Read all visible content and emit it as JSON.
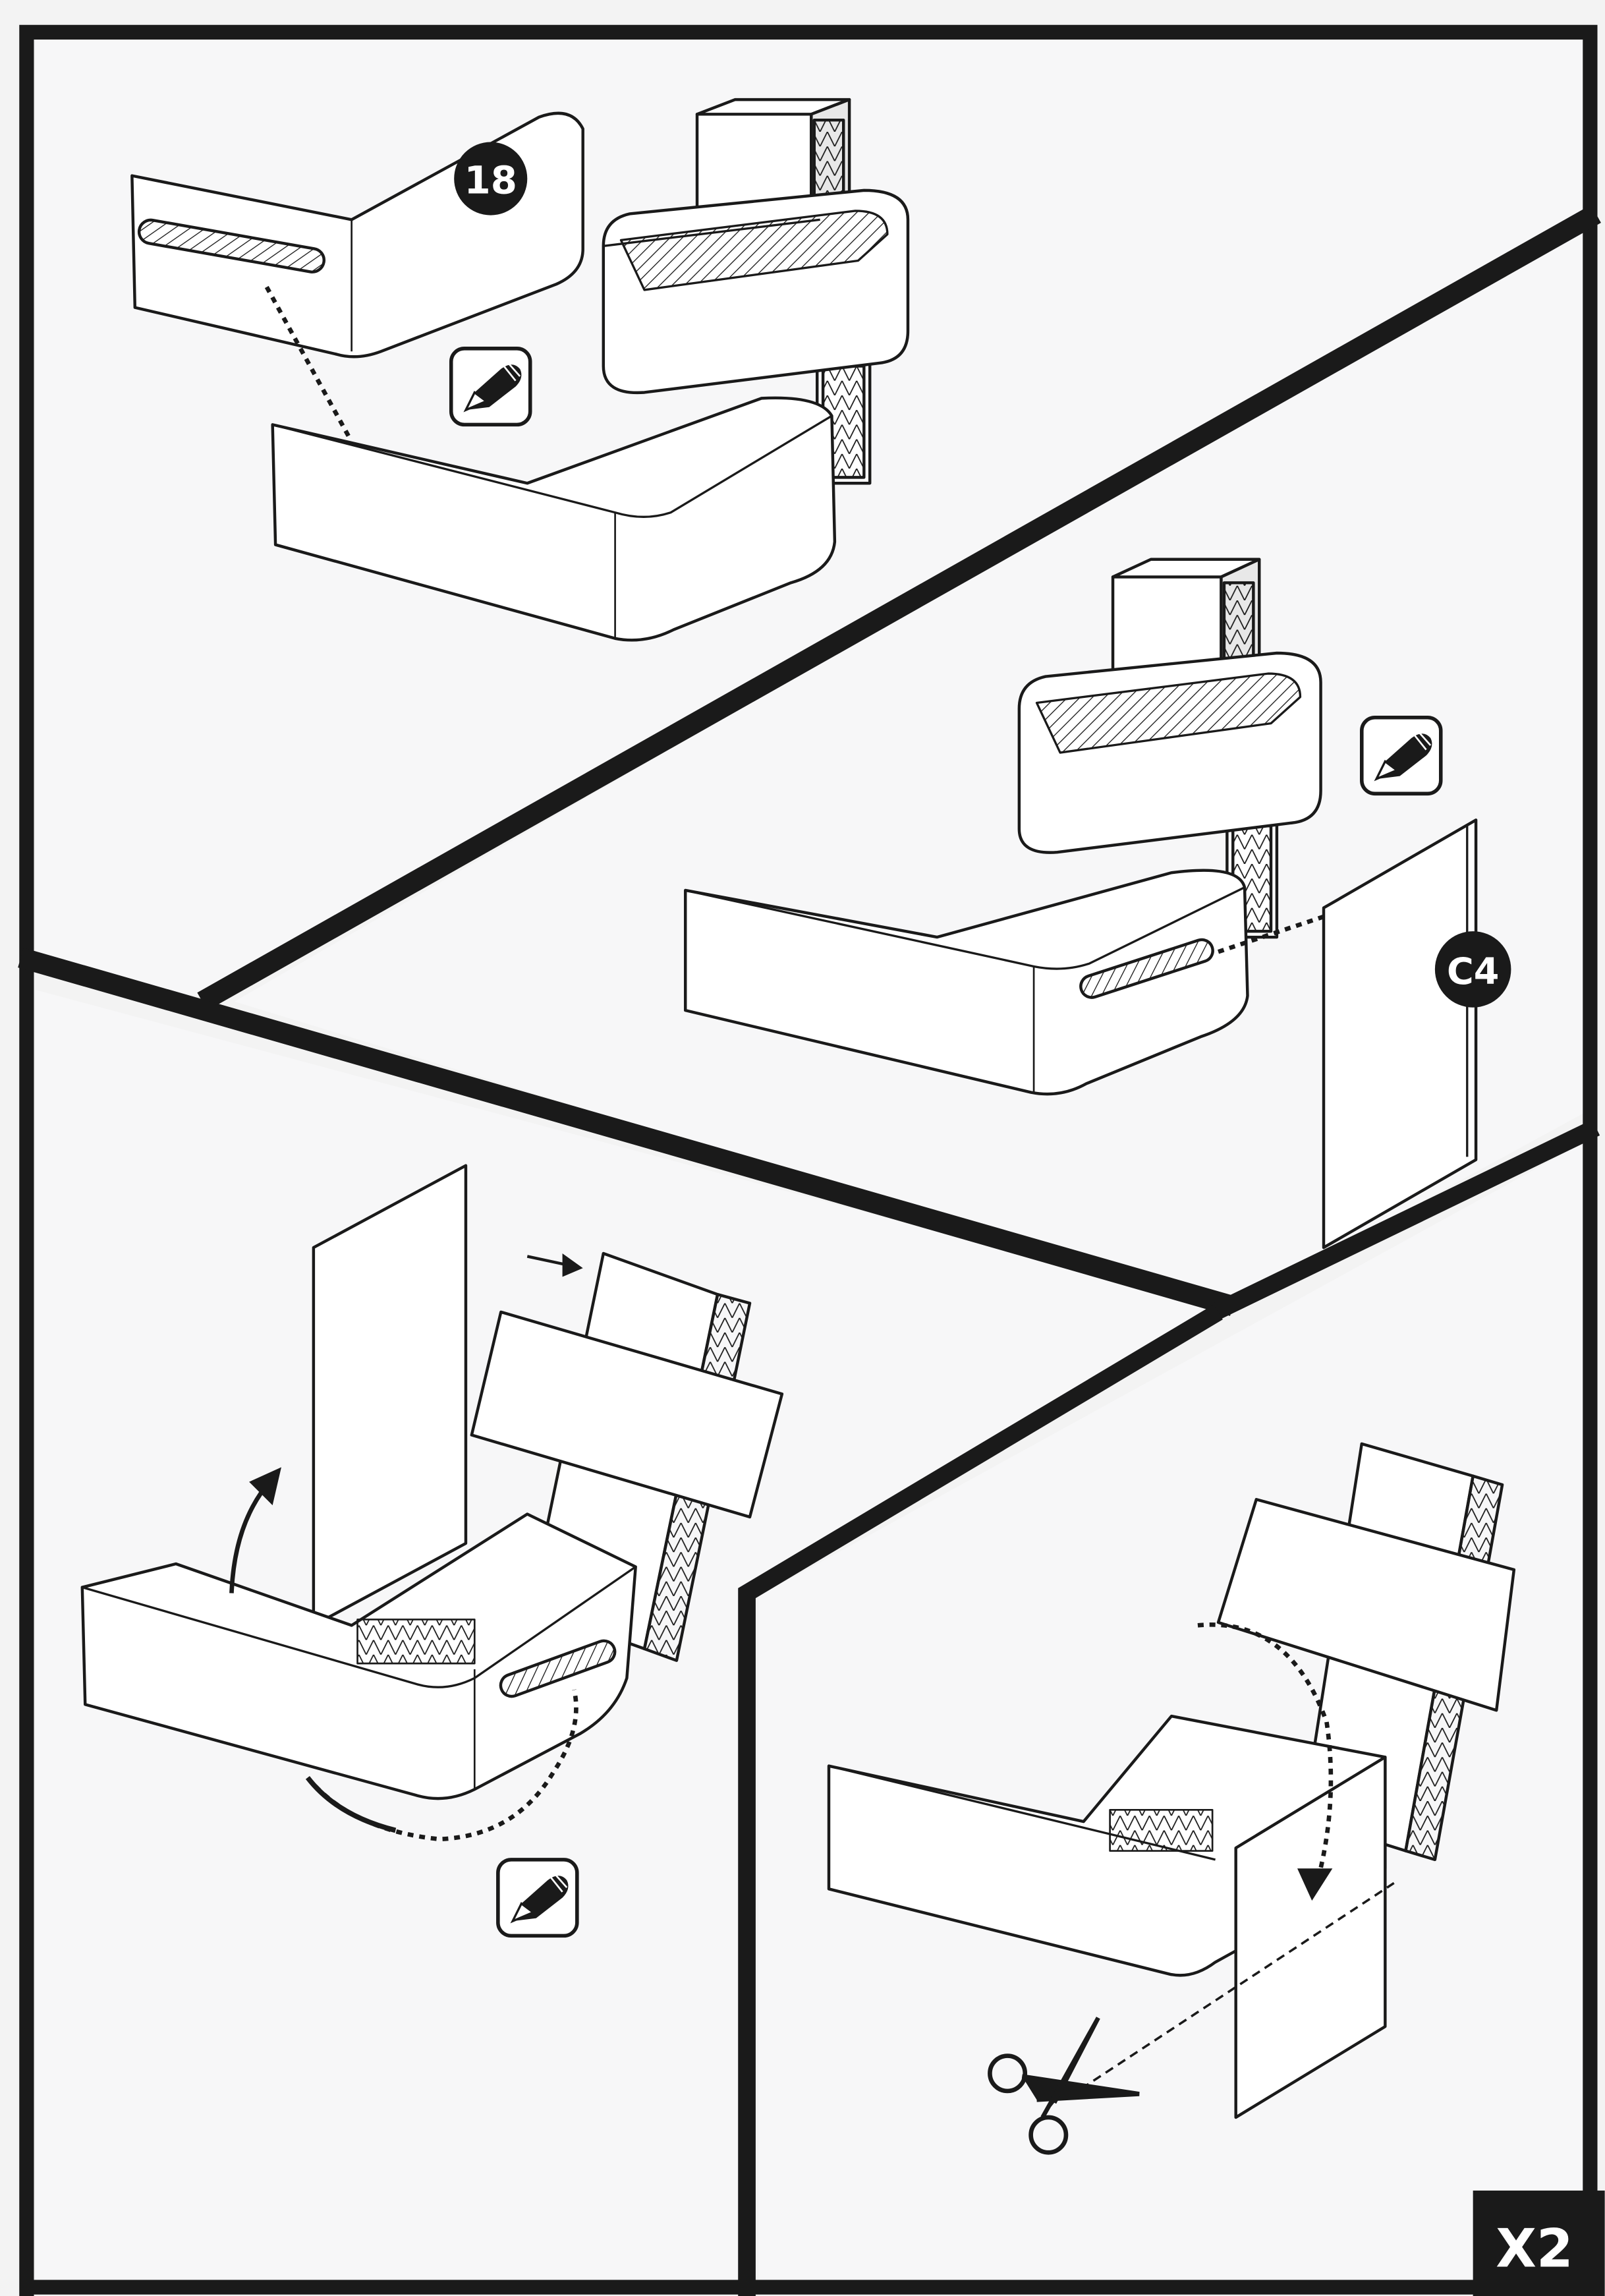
{
  "page": {
    "multiplier_label": "X2"
  },
  "parts": {
    "part_a": "18",
    "part_b": "C4"
  },
  "icons": {
    "glue": "glue-pen-icon",
    "scissors": "scissors-icon"
  },
  "colors": {
    "ink": "#1a1a1a",
    "paper": "#f3f3f3",
    "panel": "#f7f7f8"
  }
}
